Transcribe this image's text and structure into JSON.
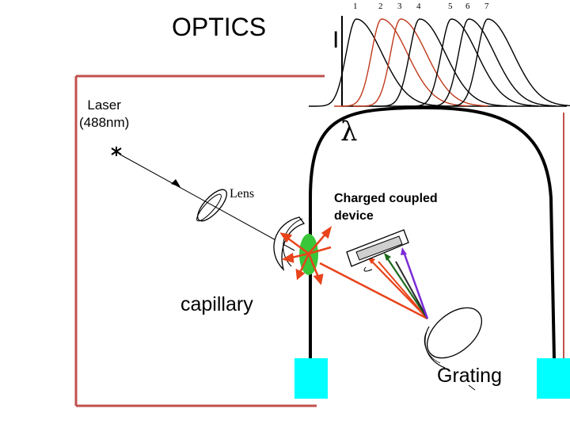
{
  "title": "OPTICS",
  "labels": {
    "laser_line1": "Laser",
    "laser_line2": "(488nm)",
    "lens": "Lens",
    "ccd_line1": "Charged coupled",
    "ccd_line2": "device",
    "capillary": "capillary",
    "grating": "Grating",
    "intensity": "I",
    "wavelength": "λ"
  },
  "spectrum": {
    "peak_labels": [
      "1",
      "2",
      "3",
      "4",
      "5",
      "6",
      "7"
    ]
  },
  "colors": {
    "frame": "#c0504d",
    "fluorescence_blob": "#39c639",
    "red_ray": "#e8431a",
    "green_ray": "#1e6b1e",
    "purple_ray": "#7a2bd6",
    "dark_ray": "#2a2a2a",
    "detector_block": "#00ffff",
    "spectrum_black": "#000000",
    "spectrum_red": "#c0391b"
  }
}
